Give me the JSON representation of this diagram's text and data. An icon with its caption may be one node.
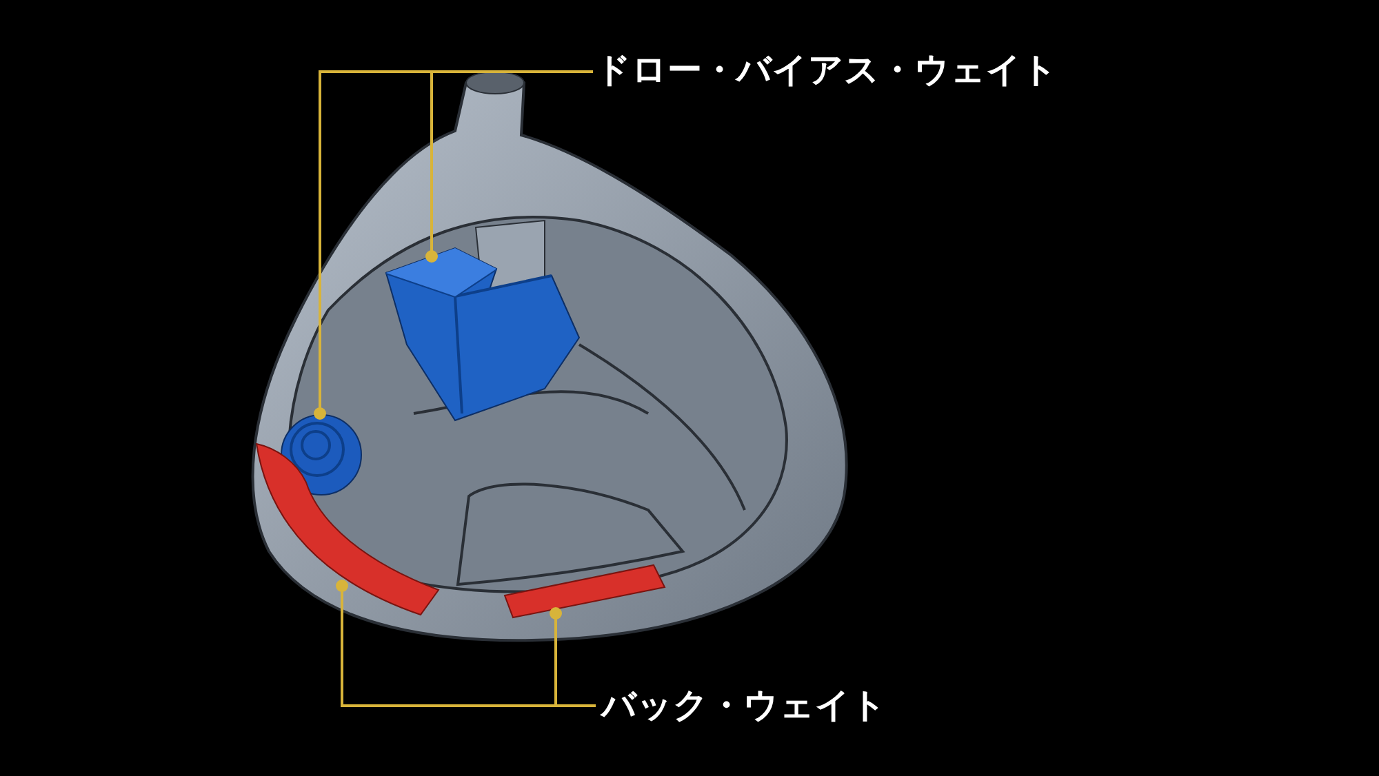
{
  "diagram": {
    "nodes": [
      {
        "text": [
          "ドロー・バイアス・ウェイト"
        ]
      },
      {
        "text": [],
        "shape": "picture"
      },
      {
        "text": [],
        "shape": "circle"
      },
      {
        "text": [
          "バック・ウェイト"
        ]
      },
      {
        "text": [],
        "shape": "bar"
      },
      {
        "text": [],
        "shape": "bar"
      }
    ],
    "edges": [
      {
        "from": 0,
        "to": 1,
        "arrow": "other"
      },
      {
        "from": 0,
        "to": 2,
        "arrow": "other"
      },
      {
        "from": 3,
        "to": 4,
        "arrow": "other"
      },
      {
        "from": 3,
        "to": 5,
        "arrow": "other"
      }
    ]
  }
}
